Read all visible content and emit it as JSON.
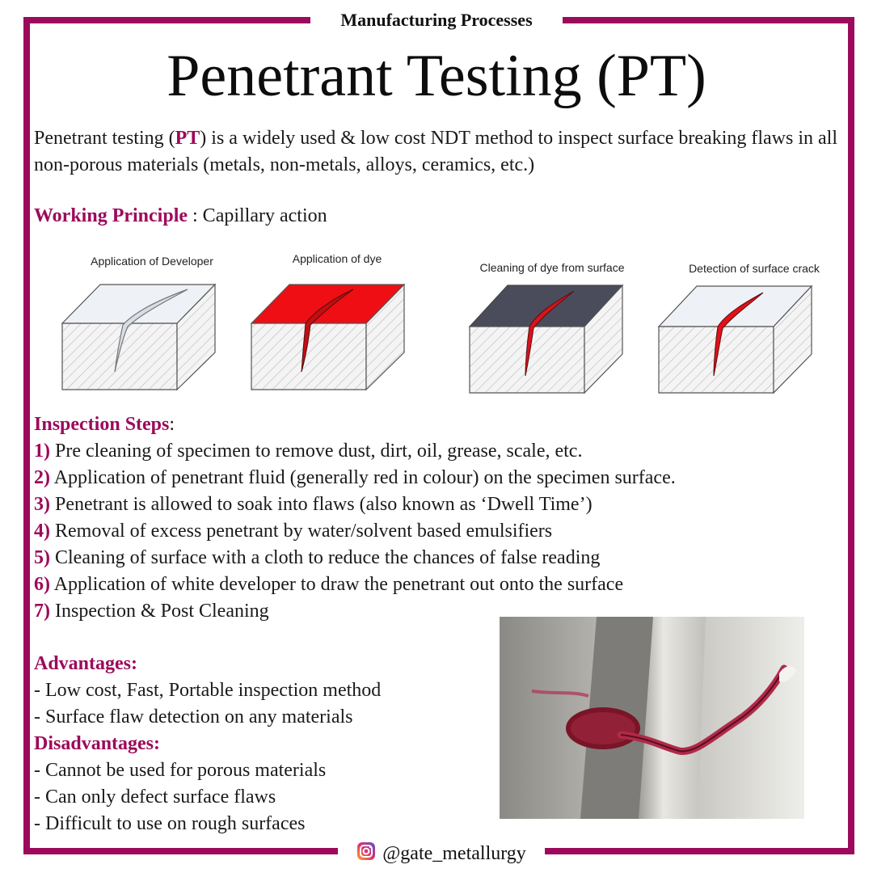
{
  "header": {
    "category": "Manufacturing Processes",
    "title": "Penetrant Testing (PT)"
  },
  "intro": {
    "before": "Penetrant testing (",
    "abbr": "PT",
    "after": ") is a widely used & low cost NDT method to inspect surface breaking flaws in all non-porous materials (metals, non-metals, alloys, ceramics, etc.)"
  },
  "principle": {
    "label": "Working Principle",
    "value": " : Capillary action"
  },
  "diagram": {
    "captions": [
      "Application of Developer",
      "Application of dye",
      "Cleaning of dye from surface",
      "Detection of surface crack"
    ]
  },
  "steps": {
    "heading": "Inspection Steps",
    "colon": ":",
    "items": [
      {
        "num": "1)",
        "text": "Pre cleaning of specimen to remove dust, dirt, oil, grease, scale, etc."
      },
      {
        "num": "2)",
        "text": "Application of penetrant fluid (generally red in colour) on the specimen surface."
      },
      {
        "num": "3)",
        "text": "Penetrant is allowed to soak into flaws (also known as ‘Dwell Time’)"
      },
      {
        "num": "4)",
        "text": "Removal of excess penetrant by water/solvent based emulsifiers"
      },
      {
        "num": "5)",
        "text": "Cleaning of surface with a cloth to reduce the chances of false reading"
      },
      {
        "num": "6)",
        "text": "Application of white developer to draw the penetrant out onto the surface"
      },
      {
        "num": "7)",
        "text": "Inspection & Post Cleaning"
      }
    ]
  },
  "advantages": {
    "heading": "Advantages:",
    "items": [
      "- Low cost, Fast, Portable inspection method",
      "- Surface flaw detection on any materials"
    ]
  },
  "disadvantages": {
    "heading": "Disadvantages:",
    "items": [
      "- Cannot be used for porous materials",
      "- Can only defect surface flaws",
      "- Difficult to use on rough surfaces"
    ]
  },
  "footer": {
    "handle": "@gate_metallurgy",
    "icon": "instagram-icon"
  },
  "colors": {
    "accent": "#9c0a5b",
    "dye": "#ee0e14",
    "dark_surface": "#4a4c5c"
  }
}
